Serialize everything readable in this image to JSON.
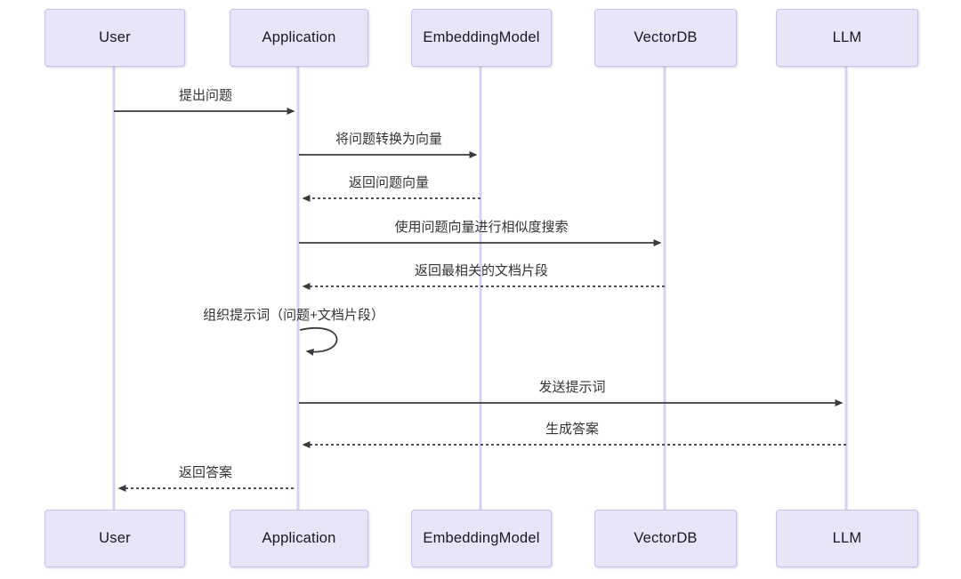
{
  "diagram": {
    "kind": "sequence-diagram",
    "actors": [
      {
        "name": "User"
      },
      {
        "name": "Application"
      },
      {
        "name": "EmbeddingModel"
      },
      {
        "name": "VectorDB"
      },
      {
        "name": "LLM"
      }
    ],
    "messages": [
      {
        "from": "User",
        "to": "Application",
        "text": "提出问题",
        "line": "solid"
      },
      {
        "from": "Application",
        "to": "EmbeddingModel",
        "text": "将问题转换为向量",
        "line": "solid"
      },
      {
        "from": "EmbeddingModel",
        "to": "Application",
        "text": "返回问题向量",
        "line": "dashed"
      },
      {
        "from": "Application",
        "to": "VectorDB",
        "text": "使用问题向量进行相似度搜索",
        "line": "solid"
      },
      {
        "from": "VectorDB",
        "to": "Application",
        "text": "返回最相关的文档片段",
        "line": "dashed"
      },
      {
        "from": "Application",
        "to": "Application",
        "text": "组织提示词（问题+文档片段）",
        "line": "self"
      },
      {
        "from": "Application",
        "to": "LLM",
        "text": "发送提示词",
        "line": "solid"
      },
      {
        "from": "LLM",
        "to": "Application",
        "text": "生成答案",
        "line": "dashed"
      },
      {
        "from": "Application",
        "to": "User",
        "text": "返回答案",
        "line": "dashed"
      }
    ],
    "colors": {
      "actor_fill": "#E9E5F8",
      "actor_border": "#CBC2EA",
      "lifeline": "#D9D1F0",
      "arrow": "#3b3b3b",
      "message_text": "#333333",
      "background": "#ffffff"
    }
  }
}
